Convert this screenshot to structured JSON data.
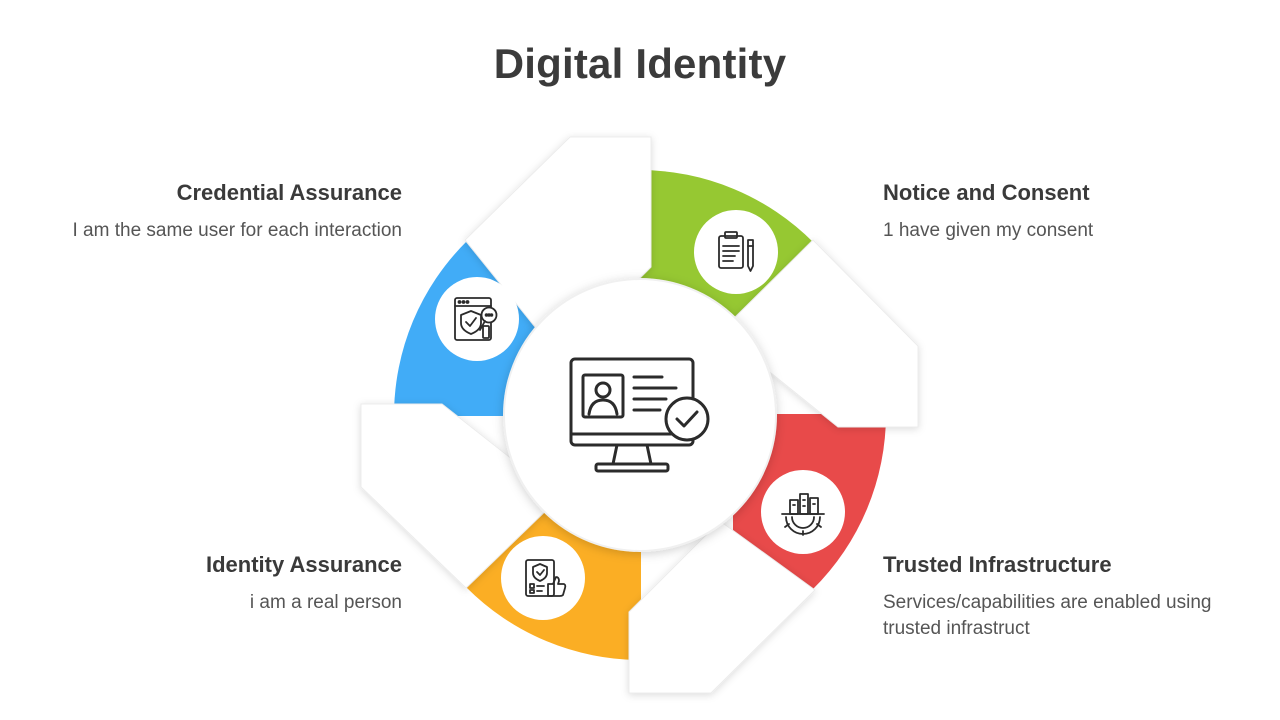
{
  "title": "Digital Identity",
  "colors": {
    "green": "#96c832",
    "red": "#e84a4a",
    "orange": "#fbae24",
    "blue": "#41acf7"
  },
  "segments": [
    {
      "id": "notice",
      "heading": "Notice and Consent",
      "description": "1 have given my consent",
      "icon": "clipboard-pen-icon",
      "color": "#96c832"
    },
    {
      "id": "trusted",
      "heading": "Trusted Infrastructure",
      "description": "Services/capabilities  are enabled using trusted  infrastruct",
      "icon": "city-gear-icon",
      "color": "#e84a4a"
    },
    {
      "id": "identity",
      "heading": "Identity Assurance",
      "description": "i am a real person",
      "icon": "id-document-shield-icon",
      "color": "#fbae24"
    },
    {
      "id": "credential",
      "heading": "Credential Assurance",
      "description": "I am the same user for each interaction",
      "icon": "browser-shield-search-icon",
      "color": "#41acf7"
    }
  ],
  "center": {
    "icon": "monitor-profile-check-icon"
  }
}
